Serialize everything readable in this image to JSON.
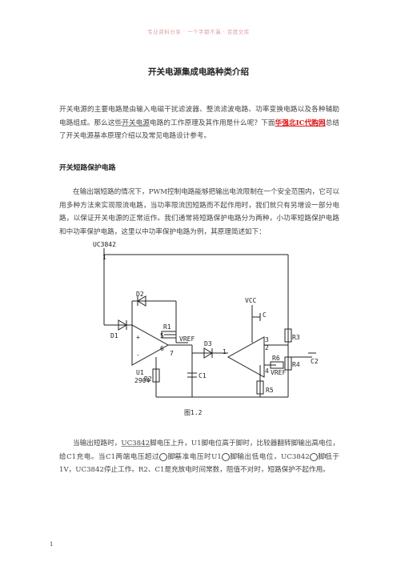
{
  "header": {
    "note": "专业资料分享 · 一个字都不漏 · 百度文库"
  },
  "title": "开关电源集成电路种类介绍",
  "intro": {
    "part1": "开关电源的主要电路是由输入电磁干扰滤波器、整流滤波电路、功率变换电路以及各种辅助电路组成。那么这些",
    "link1": "开关电源",
    "part2": "电路的工作原理及其作用是什么呢？下面",
    "link2": "华强北IC代购网",
    "part3": "总结了开关电源基本原理介绍以及常见电路设计参考。"
  },
  "section": {
    "title": "开关短路保护电路",
    "para": "在输出端短路的情况下，PWM控制电路能够把输出电流限制在一个安全范围内，它可以用多种方法来实现限流电路，当功率限流因短路而不起作用时，我们就只有另增设一部分电路，以保证开关电源的正常运作。我们通常将短路保护电路分为两种，小功率短路保护电路和中功率保护电路，这里以中功率保护电路为例，其原理简述如下："
  },
  "circuit": {
    "chip": "UC3842",
    "pin1": "1",
    "d1": "D1",
    "d2": "D2",
    "d3": "D3",
    "r1": "R1",
    "r2": "R2",
    "r3": "R3",
    "r4": "R4",
    "r5": "R5",
    "r6": "R6",
    "c": "C",
    "c1": "C1",
    "c2": "C2",
    "u1": "U1",
    "u1_part": "2904",
    "vref": "VREF",
    "vcc": "VCC",
    "pin2": "2",
    "pin3": "3",
    "pin4": "4",
    "pin5": "5",
    "pin6": "6",
    "pin7": "7",
    "pin_out": "1",
    "plus": "+",
    "minus": "-",
    "fig": "图1.2"
  },
  "analysis": {
    "a": "当输出短路时，",
    "link": "UC3842",
    "b": "脚电压上升，U1脚电位高于脚时，比较器翻转脚输出高电位，给C1充电。当C1两端电压超过",
    "n5": "5",
    "c": "脚基准电压时U1",
    "n7": "7",
    "d": "脚输出低电位，UC3842",
    "n1": "1",
    "e": "脚低于1V，UC3842停止工作。R2、C1是充放电时间常数，阻值不对时，短路保护不起作用。"
  },
  "page_number": "1"
}
